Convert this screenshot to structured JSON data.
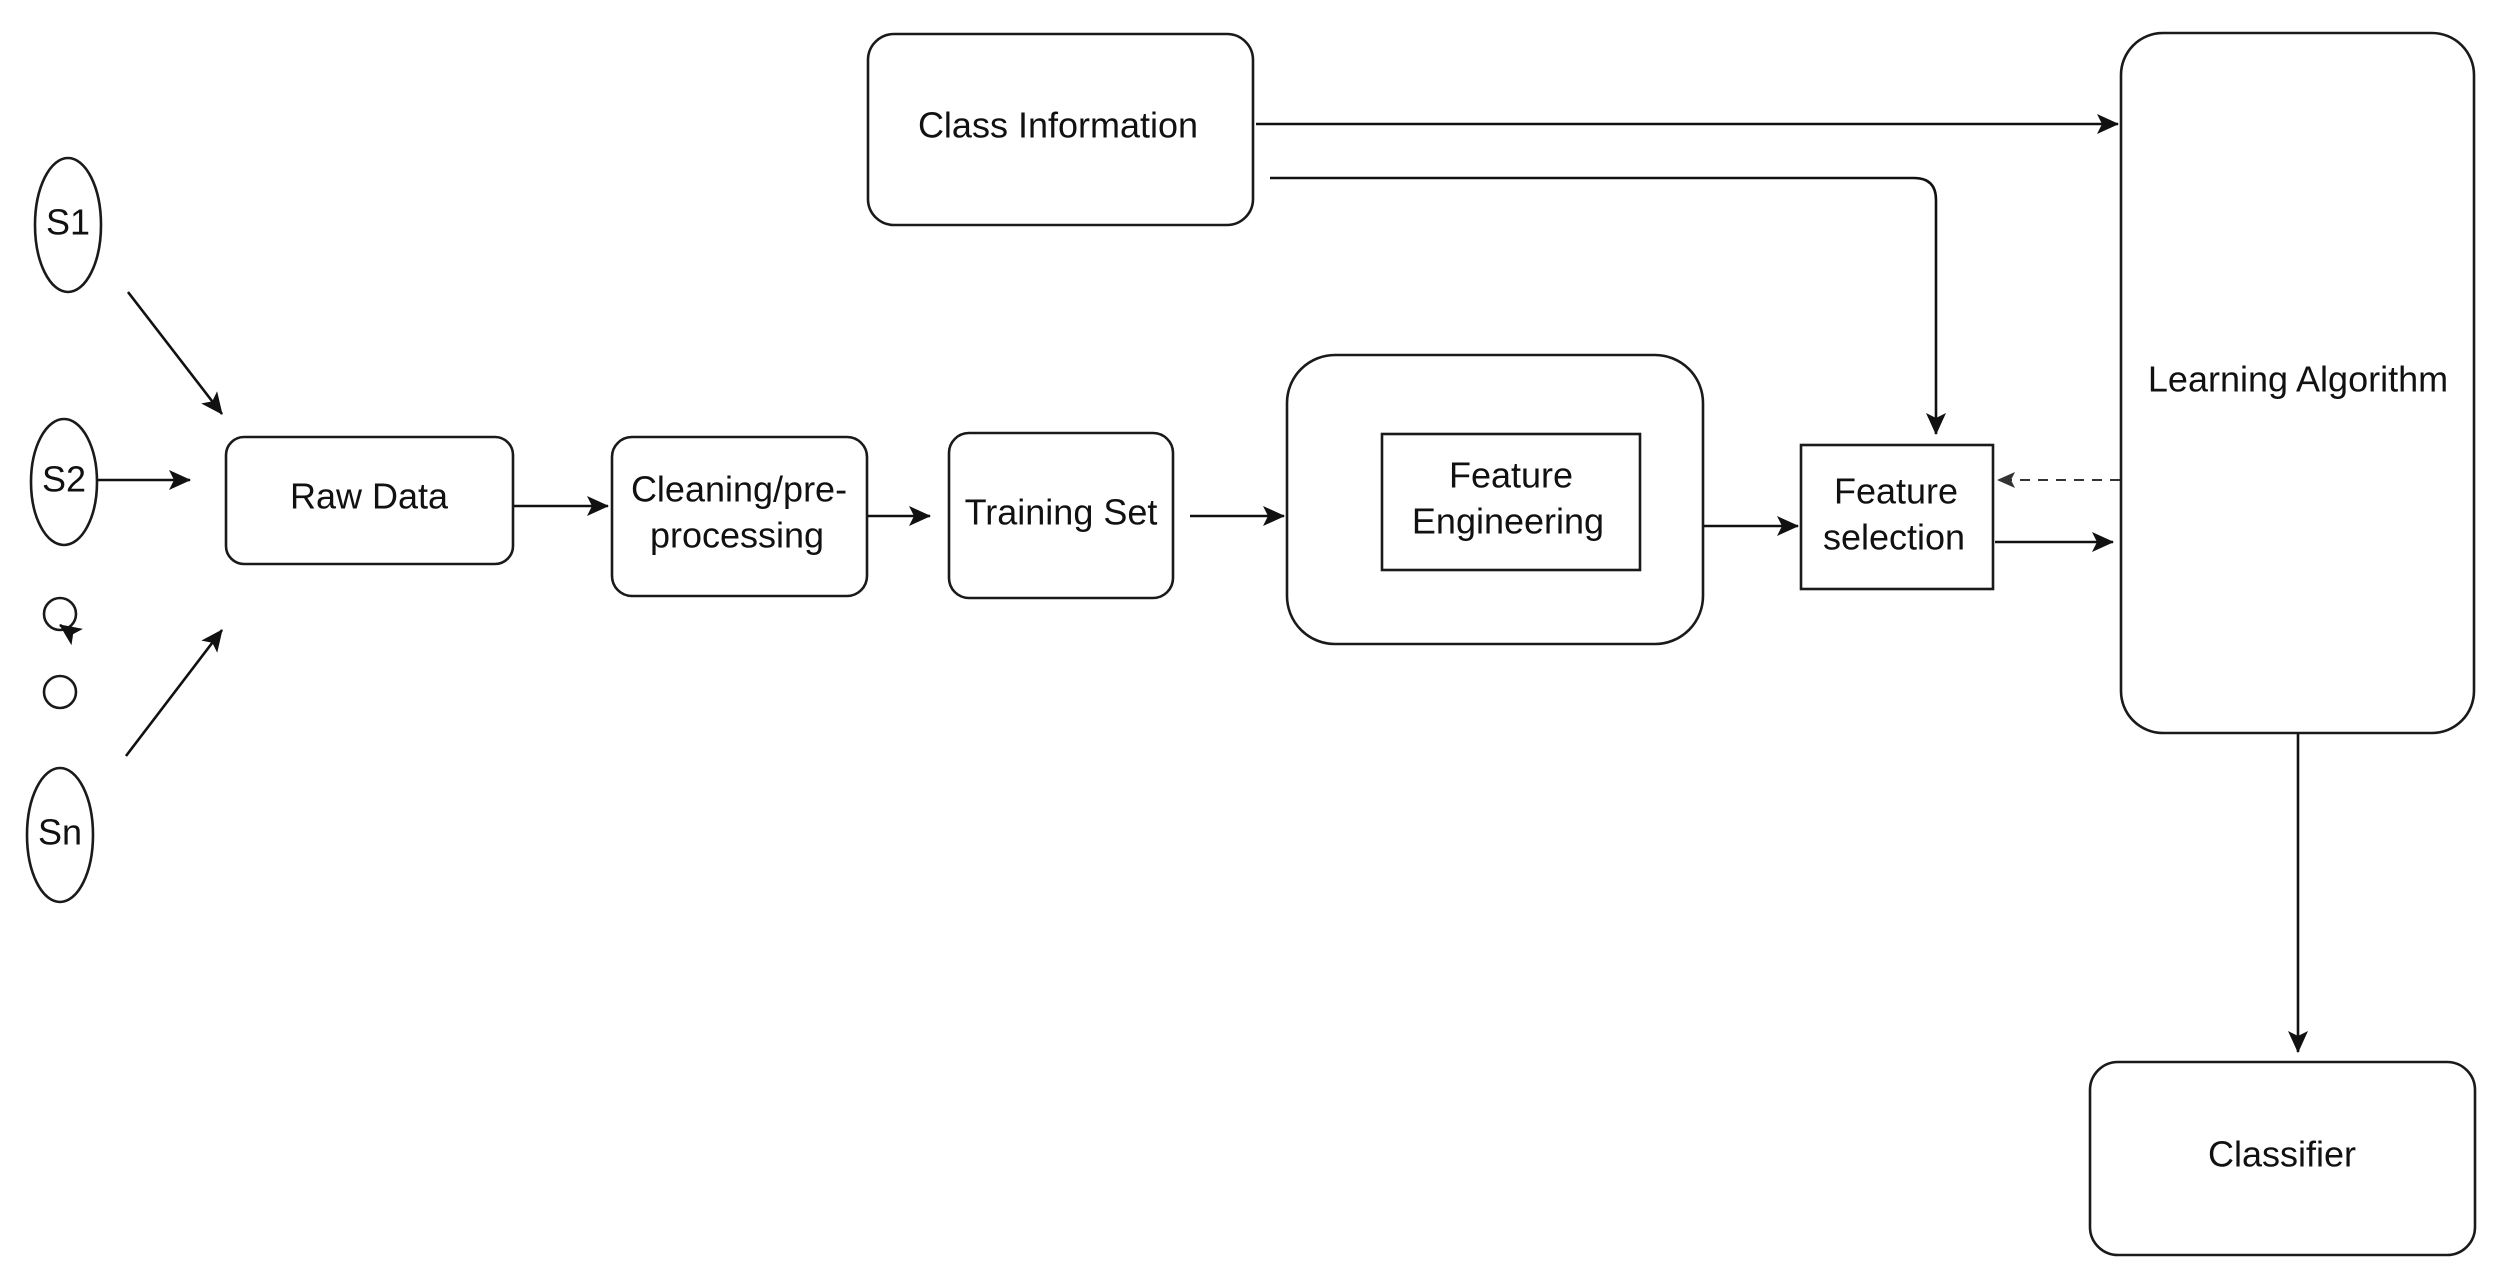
{
  "diagram": {
    "nodes": {
      "s1": "S1",
      "s2": "S2",
      "sn": "Sn",
      "raw_data": "Raw Data",
      "cleaning_line1": "Cleaning/pre-",
      "cleaning_line2": "processing",
      "training_set": "Training Set",
      "feature_engineering_line1": "Feature",
      "feature_engineering_line2": "Engineering",
      "feature_selection_line1": "Feature",
      "feature_selection_line2": "selection",
      "class_information": "Class Information",
      "learning_algorithm": "Learning Algorithm",
      "classifier": "Classifier"
    },
    "edges": [
      {
        "from": "S1",
        "to": "Raw Data",
        "style": "solid"
      },
      {
        "from": "S2",
        "to": "Raw Data",
        "style": "solid"
      },
      {
        "from": "Sn",
        "to": "Raw Data",
        "style": "solid"
      },
      {
        "from": "Raw Data",
        "to": "Cleaning/pre-processing",
        "style": "solid"
      },
      {
        "from": "Cleaning/pre-processing",
        "to": "Training Set",
        "style": "solid"
      },
      {
        "from": "Training Set",
        "to": "Feature Engineering",
        "style": "solid"
      },
      {
        "from": "Feature Engineering",
        "to": "Feature selection",
        "style": "solid"
      },
      {
        "from": "Class Information",
        "to": "Learning Algorithm",
        "style": "solid"
      },
      {
        "from": "Class Information",
        "to": "Feature selection",
        "style": "solid"
      },
      {
        "from": "Feature selection",
        "to": "Learning Algorithm",
        "style": "solid"
      },
      {
        "from": "Learning Algorithm",
        "to": "Feature selection",
        "style": "dashed"
      },
      {
        "from": "Learning Algorithm",
        "to": "Classifier",
        "style": "solid"
      }
    ]
  }
}
